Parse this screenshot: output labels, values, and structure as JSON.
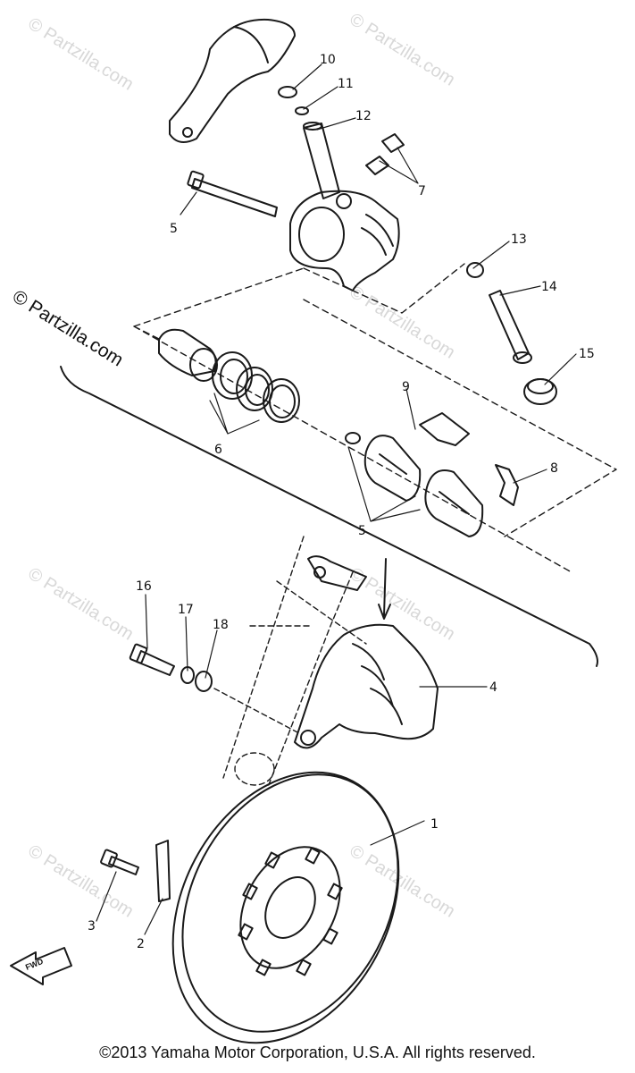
{
  "watermark": "© Partzilla.com",
  "side_watermark": "© Partzilla.com",
  "copyright": "©2013 Yamaha Motor Corporation, U.S.A. All rights reserved.",
  "fwd_label": "FWD",
  "callouts": {
    "c1": "1",
    "c2": "2",
    "c3": "3",
    "c4": "4",
    "c5a": "5",
    "c5b": "5",
    "c6": "6",
    "c7": "7",
    "c8": "8",
    "c9": "9",
    "c10": "10",
    "c11": "11",
    "c12": "12",
    "c13": "13",
    "c14": "14",
    "c15": "15",
    "c16": "16",
    "c17": "17",
    "c18": "18"
  },
  "colors": {
    "line": "#1a1a1a",
    "watermark": "#d8d8d8"
  }
}
